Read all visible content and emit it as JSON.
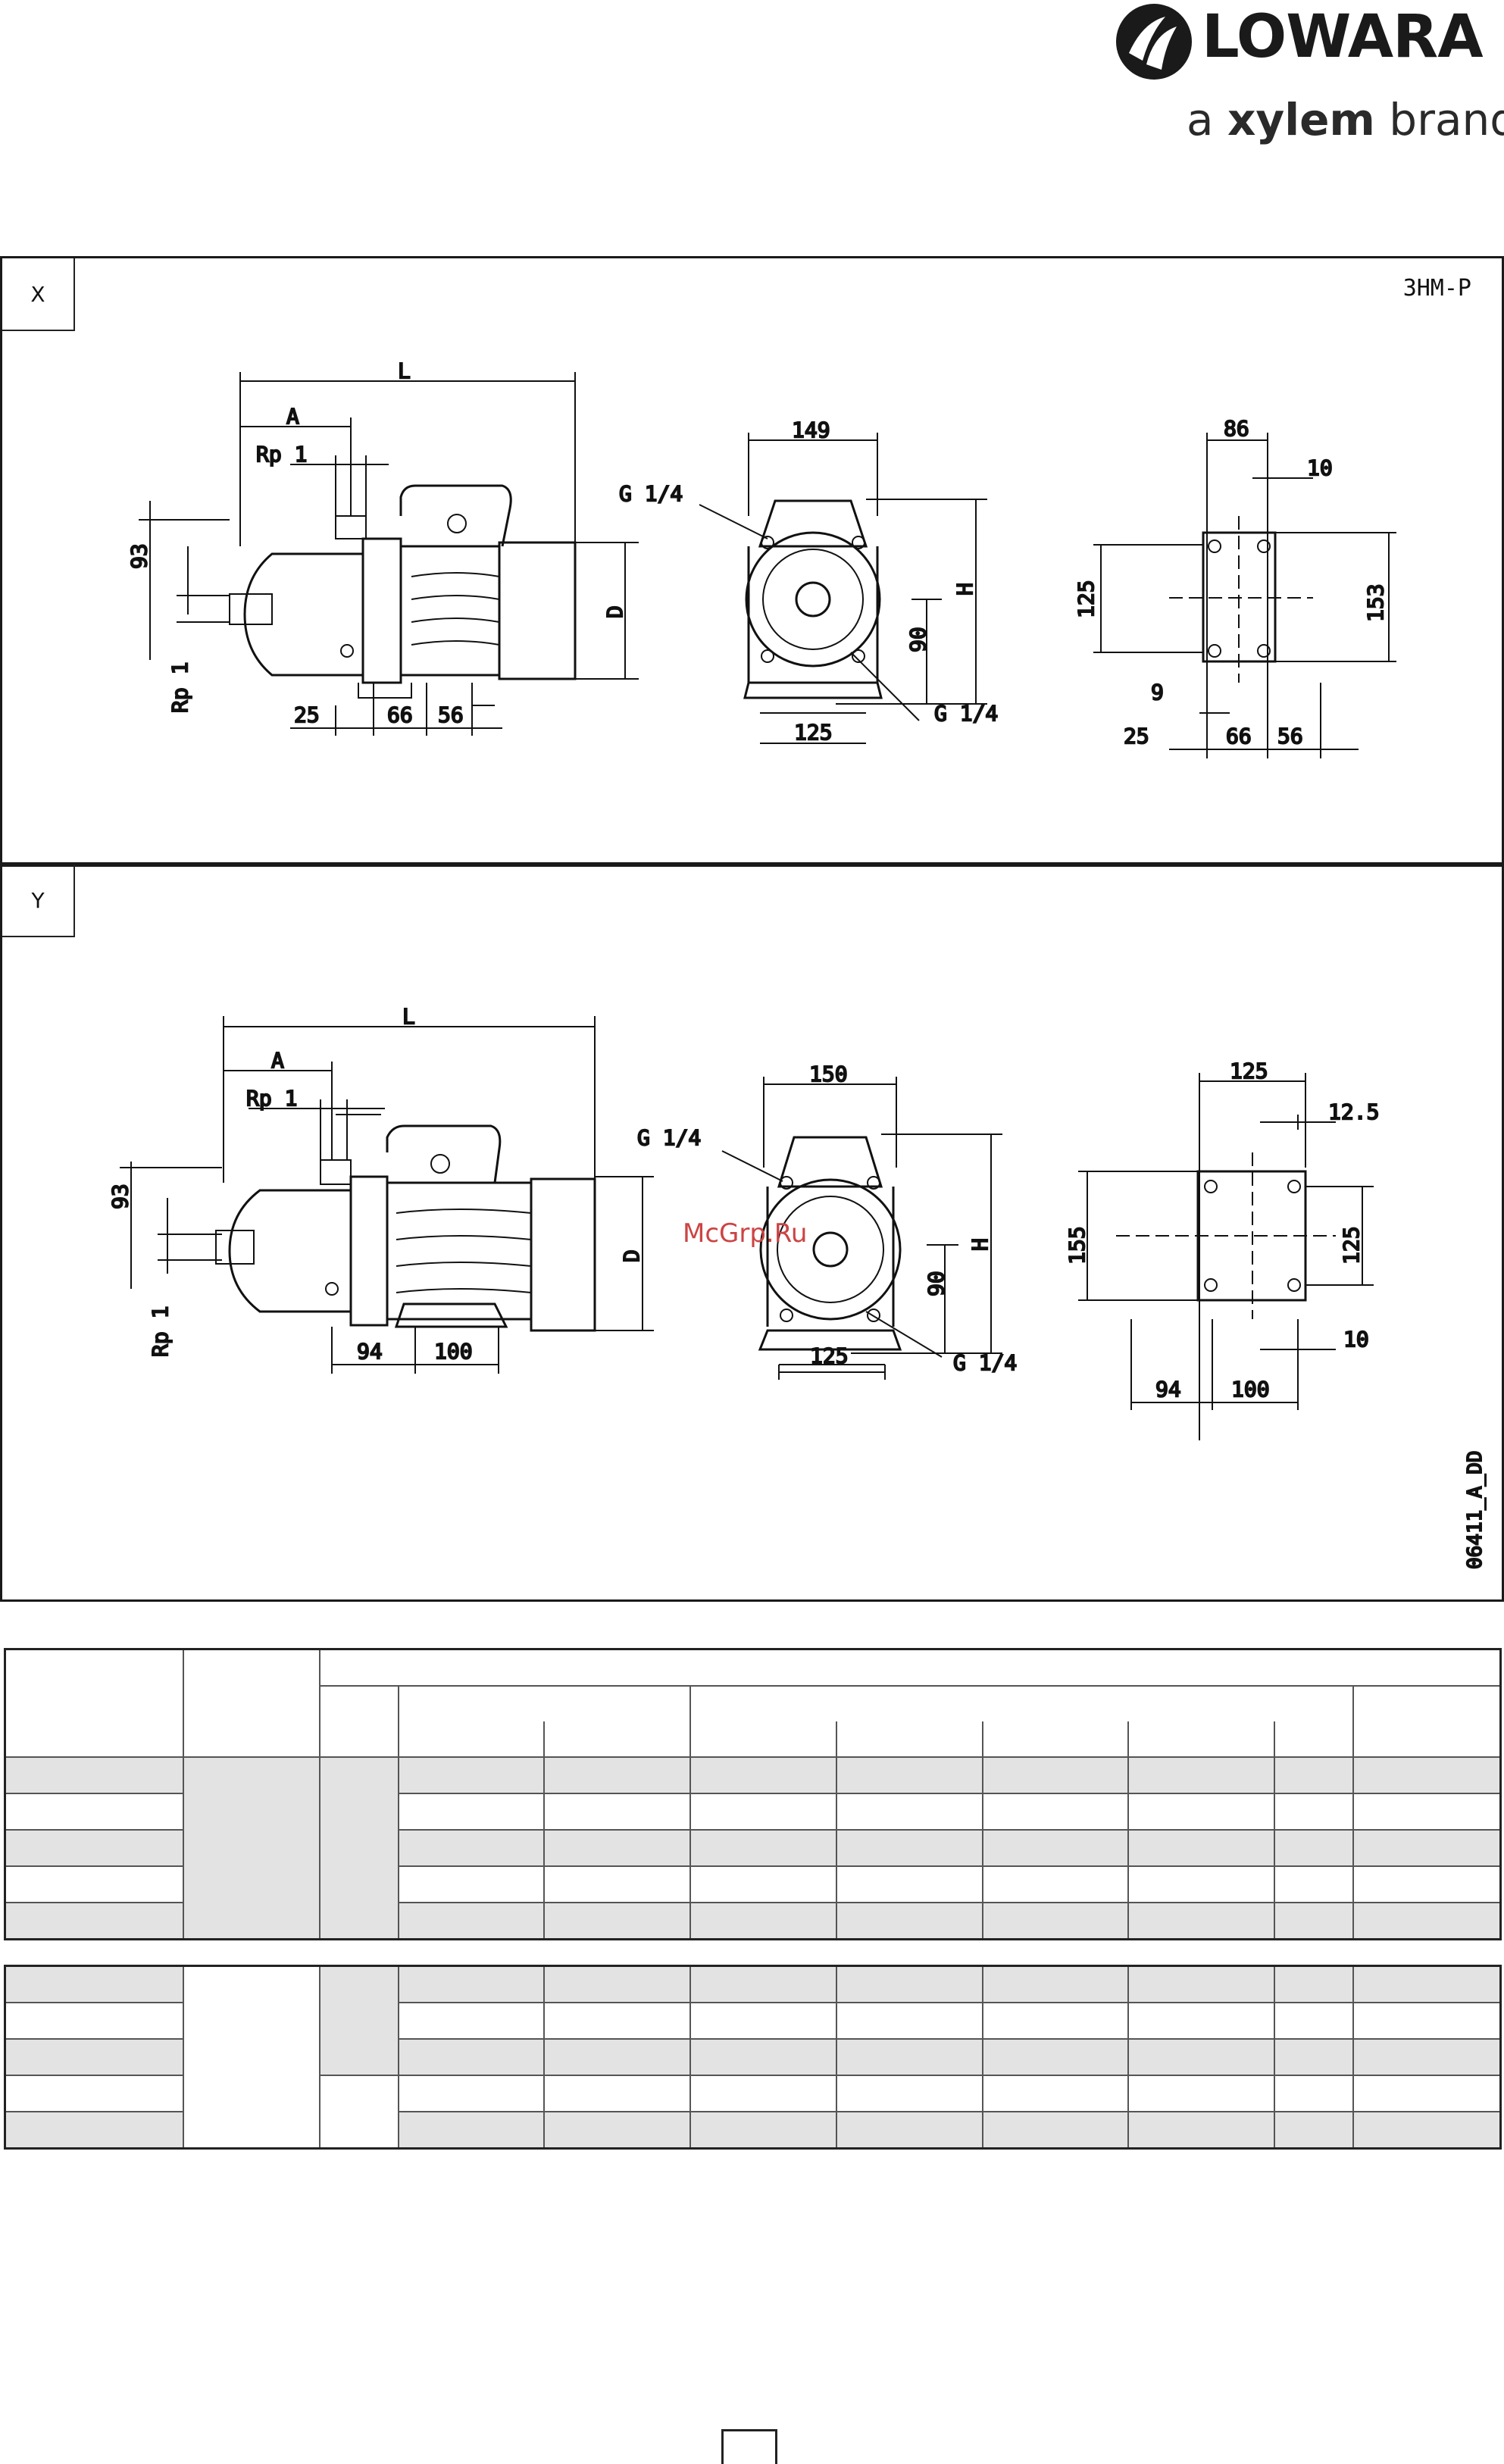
{
  "brand": {
    "name": "LOWARA",
    "tagline_prefix": "a",
    "tagline_bold": "xylem",
    "tagline_suffix": "brand"
  },
  "panel_x": {
    "label": "X",
    "model": "3HM-P",
    "side": {
      "L": "L",
      "A": "A",
      "rp_top": "Rp 1",
      "rp_side": "Rp 1",
      "h93": "93",
      "D": "D",
      "d25": "25",
      "d66": "66",
      "d56": "56"
    },
    "front": {
      "w149": "149",
      "g_top": "G 1/4",
      "g_bottom": "G 1/4",
      "H": "H",
      "h90": "90",
      "w125": "125"
    },
    "base": {
      "w86": "86",
      "w10": "10",
      "h125": "125",
      "h153": "153",
      "d9": "9",
      "d25": "25",
      "d66": "66",
      "d56": "56"
    }
  },
  "panel_y": {
    "label": "Y",
    "side": {
      "L": "L",
      "A": "A",
      "rp_top": "Rp 1",
      "rp_side": "Rp 1",
      "h93": "93",
      "D": "D",
      "d94": "94",
      "d100": "100"
    },
    "front": {
      "w150": "150",
      "g_top": "G 1/4",
      "g_bottom": "G 1/4",
      "H": "H",
      "h90": "90",
      "w125": "125"
    },
    "base": {
      "w125": "125",
      "w125b": "12.5",
      "h155": "155",
      "h125": "125",
      "w10": "10",
      "d94": "94",
      "d100": "100"
    },
    "drawing_code": "06411_A_DD"
  },
  "watermark": "McGrp.Ru"
}
